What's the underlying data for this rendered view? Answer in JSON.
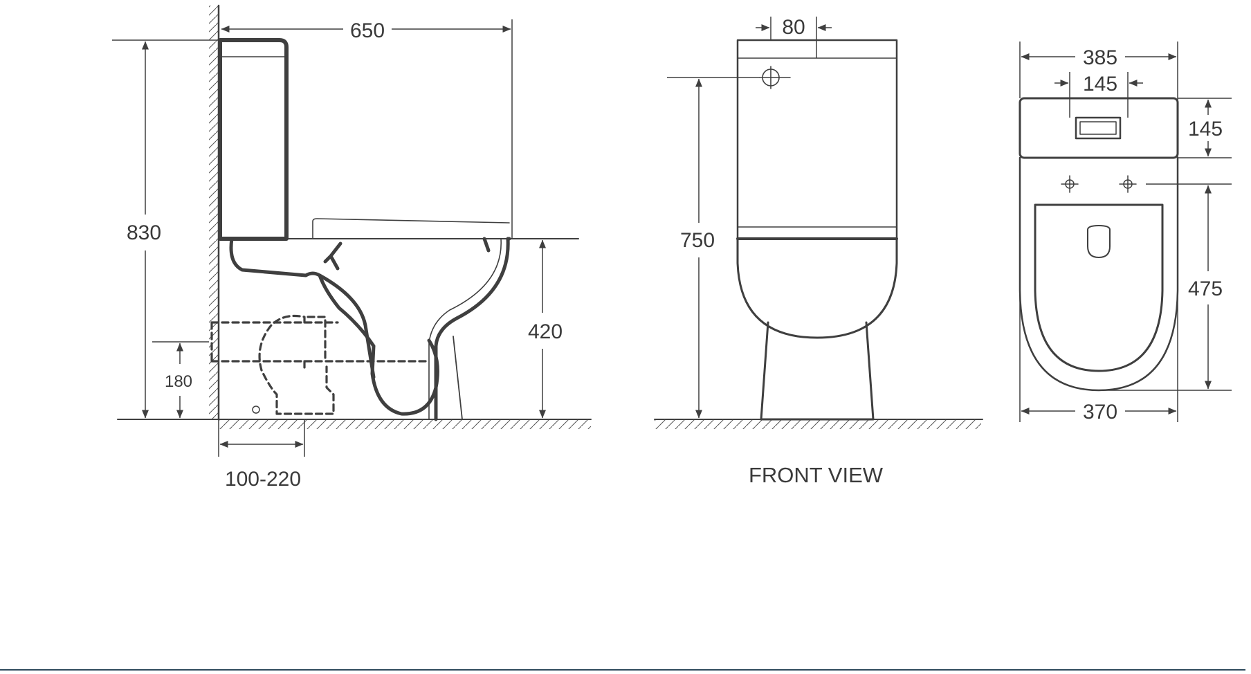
{
  "colors": {
    "line": "#3f3f3f",
    "label": "#3a3a3a",
    "footer_rule": "#2e4a5c",
    "background": "#ffffff"
  },
  "side_view": {
    "width_dim": "650",
    "total_height_dim": "830",
    "seat_height_dim": "420",
    "outlet_height_dim": "180",
    "outlet_distance_dim": "100-220"
  },
  "front_view": {
    "inlet_offset_dim": "80",
    "inlet_height_dim": "750",
    "caption": "FRONT VIEW"
  },
  "top_view": {
    "tank_width_dim": "385",
    "button_spacing_dim": "145",
    "tank_depth_dim": "145",
    "bowl_length_dim": "475",
    "bowl_width_dim": "370"
  }
}
